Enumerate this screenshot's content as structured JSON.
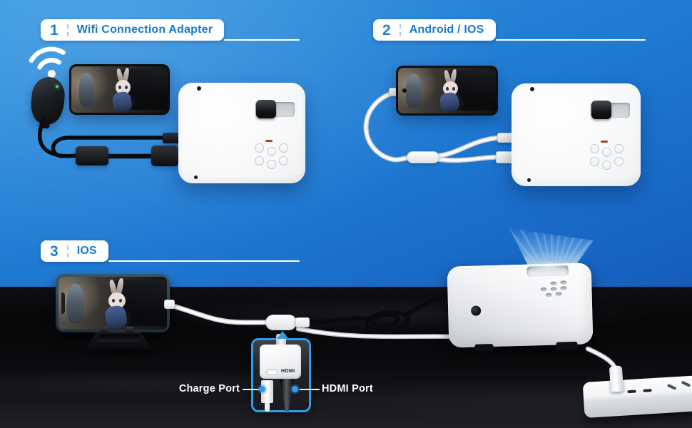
{
  "sections": [
    {
      "number": "1",
      "title": "Wifi Connection Adapter"
    },
    {
      "number": "2",
      "title": "Android / IOS"
    },
    {
      "number": "3",
      "title": "IOS"
    }
  ],
  "detail_callout": {
    "charge_port_label": "Charge Port",
    "hdmi_port_label": "HDMI Port",
    "adapter_print": "HDMI"
  },
  "icons": {
    "wifi": "wifi-signal-arcs",
    "zoom_pointer": "triangle-up-arrow"
  },
  "colors": {
    "background_blue": "#1f7ad2",
    "accent_blue": "#1878d0",
    "callout_blue": "#2f9ce8",
    "table_black": "#0b0b0e",
    "header_bar_white": "#ffffff"
  }
}
